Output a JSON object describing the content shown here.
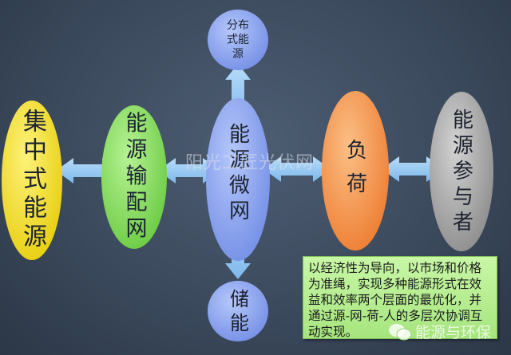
{
  "nodes": {
    "centralized": "集中式能源",
    "transmission": "能源输配网",
    "microgrid": "能源微网",
    "load": "负荷",
    "participants": "能源参与者",
    "distributed": [
      "分布",
      "式能",
      "源"
    ],
    "storage": "储能"
  },
  "watermark": "阳光工匠光伏网",
  "note": "以经济性为导向，以市场和价格为准绳，实现多种能源形式在效益和效率两个层面的最优化，并通过源-网-荷-人的多层次协调互动实现。",
  "wechat_watermark": "能源与环保",
  "colors": {
    "arrow": "#8ec6f2",
    "yellow": "#f4e23a",
    "green": "#8ee06a",
    "blue": "#8fa8ef",
    "orange": "#f49a55",
    "gray": "#a8a8a8"
  }
}
